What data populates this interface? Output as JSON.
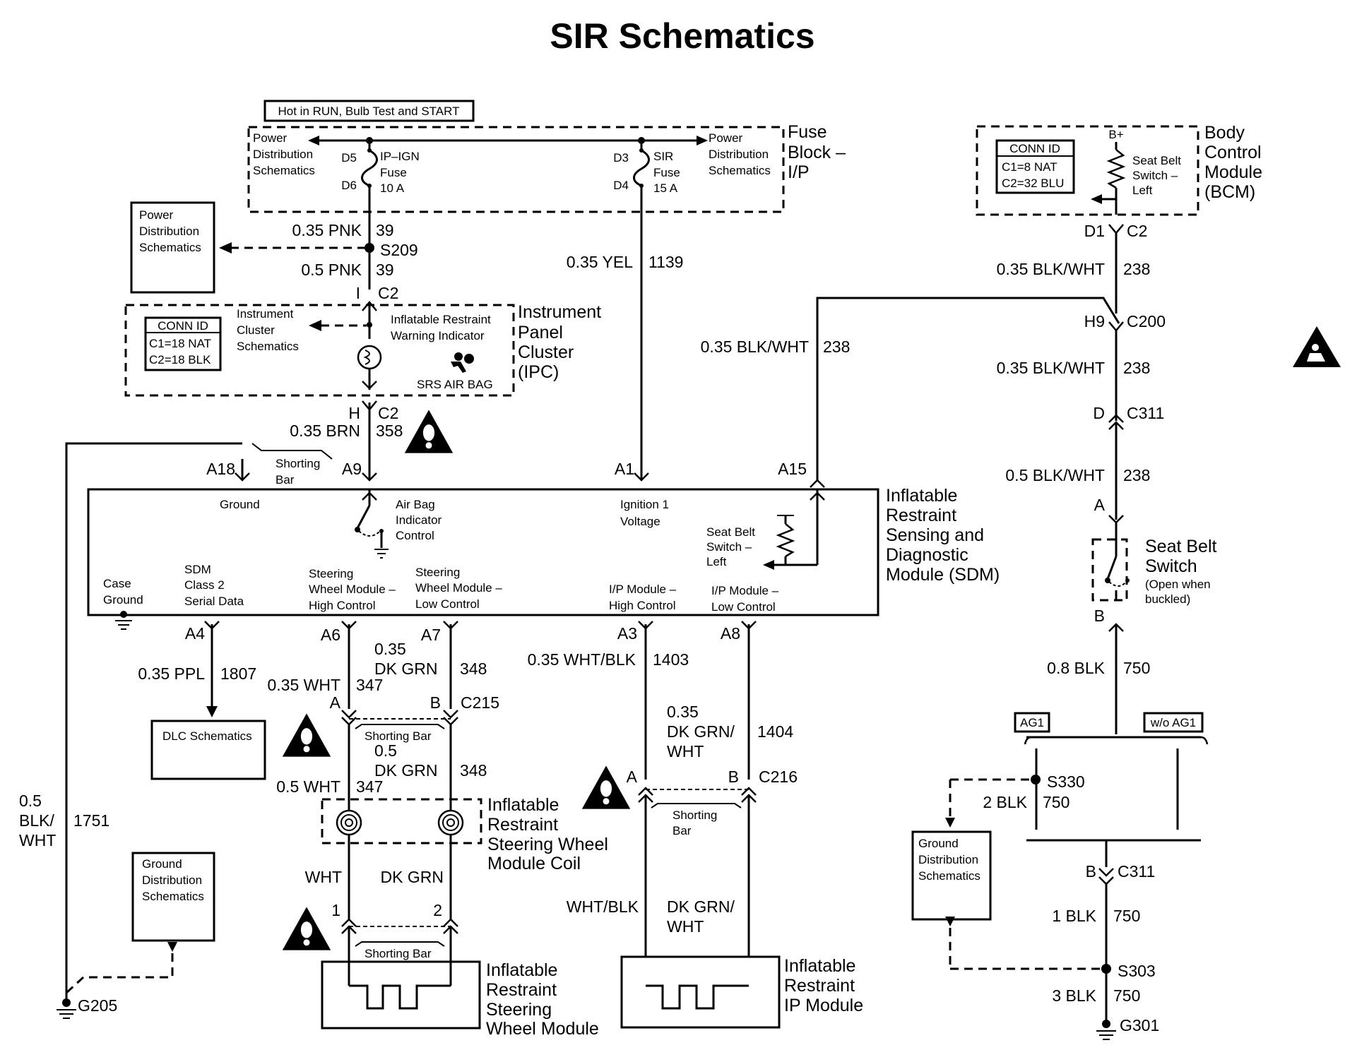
{
  "title": "SIR Schematics",
  "fuse_block": {
    "hot_label": "Hot in RUN, Bulb Test and START",
    "name": [
      "Fuse",
      "Block –",
      "I/P"
    ],
    "pds_left": [
      "Power",
      "Distribution",
      "Schematics"
    ],
    "pds_right": [
      "Power",
      "Distribution",
      "Schematics"
    ],
    "fuse1": {
      "in_pin": "D5",
      "out_pin": "D6",
      "name": [
        "IP–IGN",
        "Fuse",
        "10 A"
      ]
    },
    "fuse2": {
      "in_pin": "D3",
      "out_pin": "D4",
      "name": [
        "SIR",
        "Fuse",
        "15 A"
      ]
    }
  },
  "pds_box": [
    "Power",
    "Distribution",
    "Schematics"
  ],
  "bcm": {
    "name": [
      "Body",
      "Control",
      "Module",
      "(BCM)"
    ],
    "conn_title": "CONN ID",
    "conn": [
      "C1=8 NAT",
      "C2=32 BLU"
    ],
    "bplus": "B+",
    "switch": [
      "Seat Belt",
      "Switch –",
      "Left"
    ]
  },
  "ipc": {
    "name": [
      "Instrument",
      "Panel",
      "Cluster",
      "(IPC)"
    ],
    "conn_title": "CONN ID",
    "conn": [
      "C1=18 NAT",
      "C2=18 BLK"
    ],
    "ics": [
      "Instrument",
      "Cluster",
      "Schematics"
    ],
    "warning": [
      "Inflatable Restraint",
      "Warning Indicator"
    ],
    "srs": "SRS AIR BAG"
  },
  "sdm": {
    "name": [
      "Inflatable",
      "Restraint",
      "Sensing and",
      "Diagnostic",
      "Module (SDM)"
    ],
    "ground": "Ground",
    "airbag_ctl": [
      "Air Bag",
      "Indicator",
      "Control"
    ],
    "ign": [
      "Ignition 1",
      "Voltage"
    ],
    "seatbelt": [
      "Seat Belt",
      "Switch –",
      "Left"
    ],
    "case_ground": [
      "Case",
      "Ground"
    ],
    "class2": [
      "SDM",
      "Class 2",
      "Serial Data"
    ],
    "swm_high": [
      "Steering",
      "Wheel Module –",
      "High Control"
    ],
    "swm_low": [
      "Steering",
      "Wheel Module –",
      "Low Control"
    ],
    "ipm_high": [
      "I/P Module –",
      "High Control"
    ],
    "ipm_low": [
      "I/P Module –",
      "Low Control"
    ]
  },
  "pins": {
    "a18": "A18",
    "a9": "A9",
    "a1": "A1",
    "a15": "A15",
    "a4": "A4",
    "a6": "A6",
    "a7": "A7",
    "a3": "A3",
    "a8": "A8"
  },
  "wires": {
    "w39a": {
      "gauge": "0.35 PNK",
      "circuit": "39"
    },
    "s209": "S209",
    "w39b": {
      "gauge": "0.5 PNK",
      "circuit": "39"
    },
    "c2_top": {
      "pin": "I",
      "conn": "C2"
    },
    "c2_bot": {
      "pin": "H",
      "conn": "C2"
    },
    "w358": {
      "gauge": "0.35 BRN",
      "circuit": "358"
    },
    "shorting_bar": [
      "Shorting",
      "Bar"
    ],
    "w1139": {
      "gauge": "0.35 YEL",
      "circuit": "1139"
    },
    "w238_mid": {
      "gauge": "0.35 BLK/WHT",
      "circuit": "238"
    },
    "bcm_conn": {
      "pin": "D1",
      "conn": "C2"
    },
    "w238_a": {
      "gauge": "0.35 BLK/WHT",
      "circuit": "238"
    },
    "c200": {
      "pin": "H9",
      "conn": "C200"
    },
    "w238_b": {
      "gauge": "0.35 BLK/WHT",
      "circuit": "238"
    },
    "c311_top": {
      "pin": "D",
      "conn": "C311"
    },
    "w238_c": {
      "gauge": "0.5 BLK/WHT",
      "circuit": "238"
    },
    "seat_pin_a": "A",
    "seat_switch": [
      "Seat Belt",
      "Switch"
    ],
    "seat_note": [
      "(Open when",
      "buckled)"
    ],
    "seat_pin_b": "B",
    "w750_a": {
      "gauge": "0.8 BLK",
      "circuit": "750"
    },
    "ag1": "AG1",
    "wo_ag1": "w/o AG1",
    "s330": "S330",
    "w750_b": {
      "gauge": "2 BLK",
      "circuit": "750"
    },
    "gds_right": [
      "Ground",
      "Distribution",
      "Schematics"
    ],
    "c311_bot": {
      "pin": "B",
      "conn": "C311"
    },
    "w750_c": {
      "gauge": "1 BLK",
      "circuit": "750"
    },
    "s303": "S303",
    "w750_d": {
      "gauge": "3 BLK",
      "circuit": "750"
    },
    "g301": "G301",
    "w1807": {
      "gauge": "0.35 PPL",
      "circuit": "1807"
    },
    "dlc": "DLC Schematics",
    "w1751": {
      "gauge": [
        "0.5",
        "BLK/",
        "WHT"
      ],
      "circuit": "1751"
    },
    "gds_left": [
      "Ground",
      "Distribution",
      "Schematics"
    ],
    "g205": "G205",
    "w347_a": {
      "gauge": "0.35 WHT",
      "circuit": "347"
    },
    "w348_a": {
      "gauge": [
        "0.35",
        "DK GRN"
      ],
      "circuit": "348"
    },
    "c215": {
      "pin_a": "A",
      "pin_b": "B",
      "conn": "C215"
    },
    "shorting_bar_c215": "Shorting Bar",
    "w347_b": {
      "gauge": "0.5 WHT",
      "circuit": "347"
    },
    "w348_b": {
      "gauge": [
        "0.5",
        "DK GRN"
      ],
      "circuit": "348"
    },
    "coil": [
      "Inflatable",
      "Restraint",
      "Steering Wheel",
      "Module Coil"
    ],
    "wht": "WHT",
    "dkgrn": "DK GRN",
    "sw_pin1": "1",
    "sw_pin2": "2",
    "shorting_bar_sw": "Shorting Bar",
    "swm": [
      "Inflatable",
      "Restraint",
      "Steering",
      "Wheel Module"
    ],
    "w1403": {
      "gauge": "0.35 WHT/BLK",
      "circuit": "1403"
    },
    "w1404": {
      "gauge": [
        "0.35",
        "DK GRN/",
        "WHT"
      ],
      "circuit": "1404"
    },
    "c216": {
      "pin_a": "A",
      "pin_b": "B",
      "conn": "C216"
    },
    "shorting_bar_c216": [
      "Shorting",
      "Bar"
    ],
    "whtblk": "WHT/BLK",
    "dkgrnwht": [
      "DK GRN/",
      "WHT"
    ],
    "ipm": [
      "Inflatable",
      "Restraint",
      "IP Module"
    ]
  }
}
